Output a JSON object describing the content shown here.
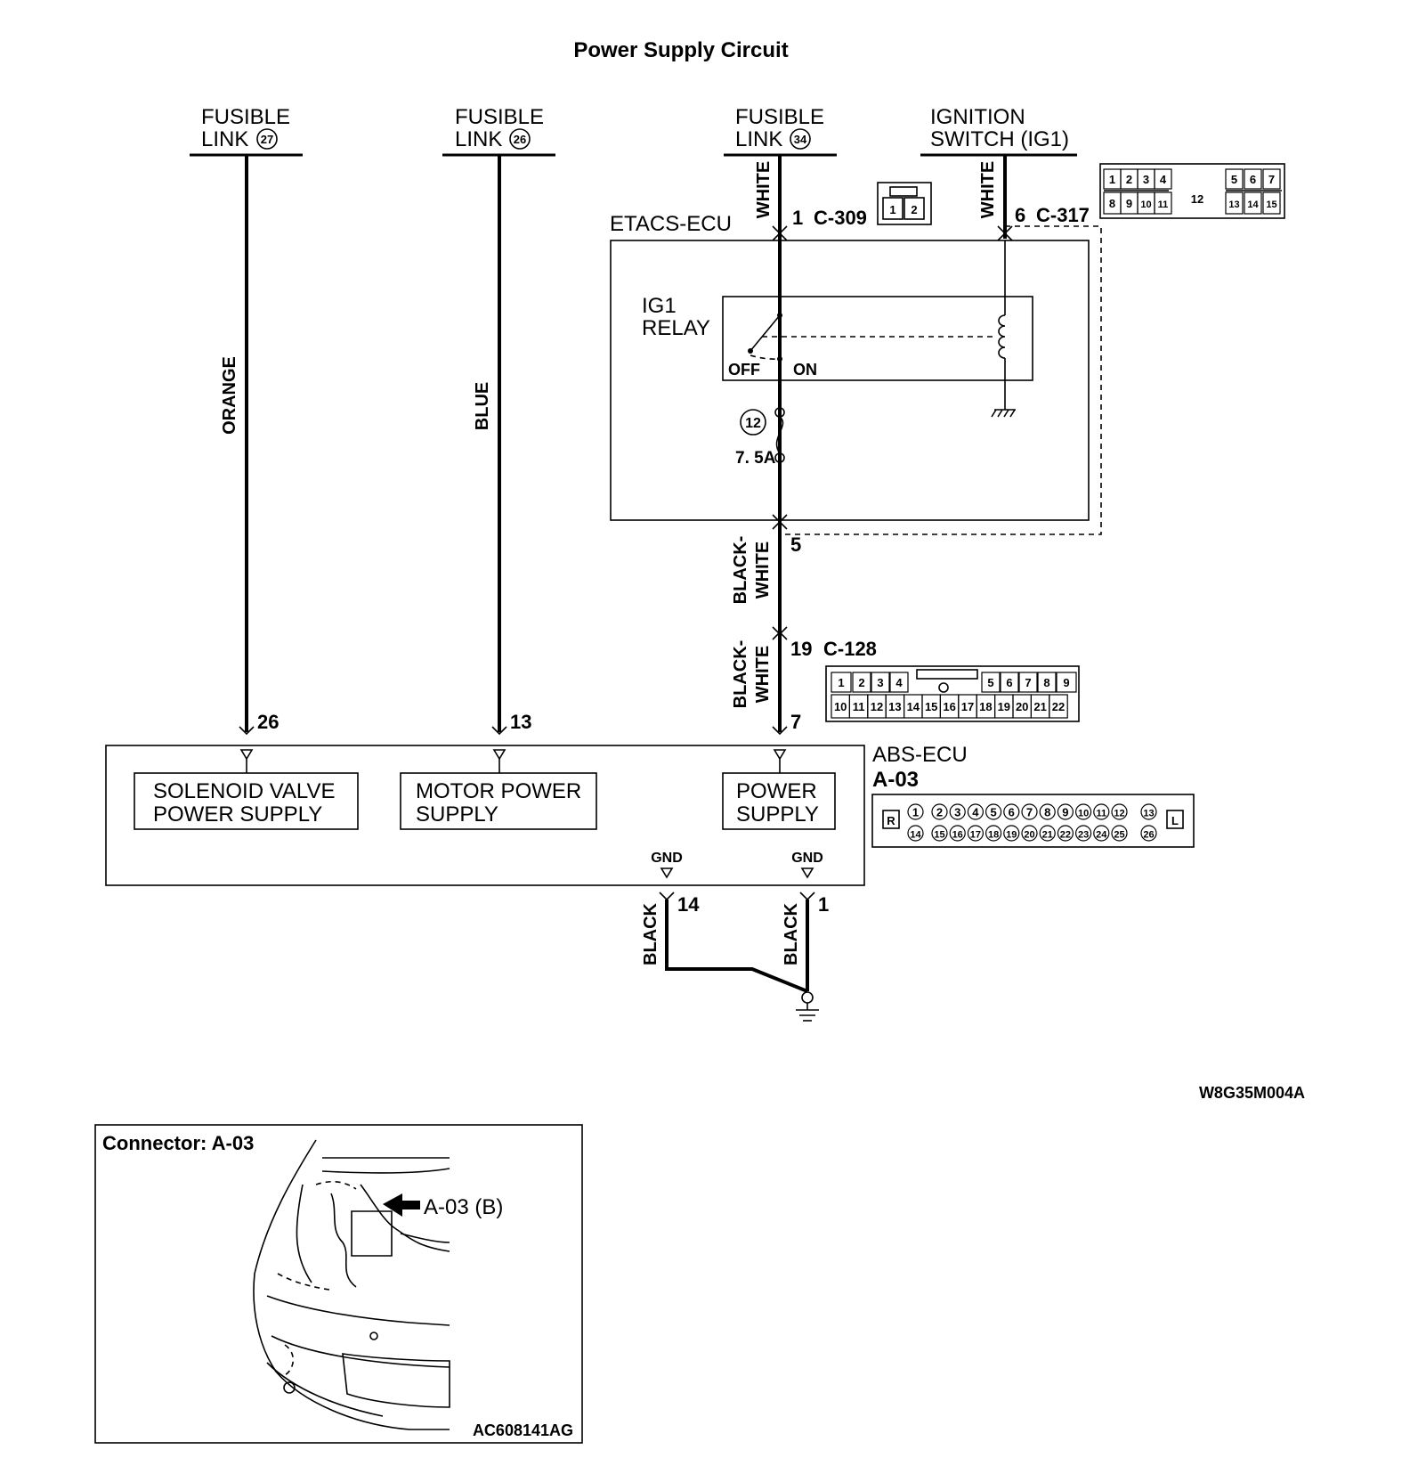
{
  "title": "Power Supply Circuit",
  "sources": [
    {
      "line1": "FUSIBLE",
      "line2": "LINK",
      "num": "27"
    },
    {
      "line1": "FUSIBLE",
      "line2": "LINK",
      "num": "26"
    },
    {
      "line1": "FUSIBLE",
      "line2": "LINK",
      "num": "34"
    },
    {
      "line1": "IGNITION",
      "line2": "SWITCH (IG1)"
    }
  ],
  "wire_colors": {
    "orange": "ORANGE",
    "blue": "BLUE",
    "white_fl34": "WHITE",
    "white_ig": "WHITE",
    "black_white_line1": "BLACK-",
    "black_white_line2": "WHITE",
    "black": "BLACK"
  },
  "connectors": {
    "c309": {
      "pin": "1",
      "label": "C-309",
      "pins": [
        "1",
        "2"
      ]
    },
    "c317": {
      "pin": "6",
      "label": "C-317",
      "pins_top": [
        "1",
        "2",
        "3",
        "4",
        "5",
        "6",
        "7"
      ],
      "pins_bottom": [
        "8",
        "9",
        "10",
        "11",
        "13",
        "14",
        "15"
      ],
      "center": "12"
    },
    "c128": {
      "pin": "19",
      "label": "C-128",
      "pins_top": [
        "1",
        "2",
        "3",
        "4",
        "5",
        "6",
        "7",
        "8",
        "9"
      ],
      "pins_bottom": [
        "10",
        "11",
        "12",
        "13",
        "14",
        "15",
        "16",
        "17",
        "18",
        "19",
        "20",
        "21",
        "22"
      ]
    },
    "a03": {
      "label": "A-03",
      "left_tag": "R",
      "right_tag": "L",
      "pins_top": [
        "1",
        "2",
        "3",
        "4",
        "5",
        "6",
        "7",
        "8",
        "9",
        "10",
        "11",
        "12",
        "13"
      ],
      "pins_bottom": [
        "14",
        "15",
        "16",
        "17",
        "18",
        "19",
        "20",
        "21",
        "22",
        "23",
        "24",
        "25",
        "26"
      ]
    }
  },
  "etacs": {
    "label": "ETACS-ECU",
    "relay_line1": "IG1",
    "relay_line2": "RELAY",
    "off": "OFF",
    "on": "ON",
    "fuse_num": "12",
    "fuse_rating": "7. 5A",
    "out_pin": "5"
  },
  "abs": {
    "label": "ABS-ECU",
    "pins": {
      "solenoid": "26",
      "motor": "13",
      "power": "7",
      "gnd1": "14",
      "gnd2": "1"
    },
    "blocks": {
      "solenoid_1": "SOLENOID VALVE",
      "solenoid_2": "POWER SUPPLY",
      "motor_1": "MOTOR POWER",
      "motor_2": "SUPPLY",
      "power_1": "POWER",
      "power_2": "SUPPLY"
    },
    "gnd": "GND"
  },
  "diagram_code": "W8G35M004A",
  "connector_view": {
    "title": "Connector: A-03",
    "callout": "A-03 (B)",
    "code": "AC608141AG"
  }
}
